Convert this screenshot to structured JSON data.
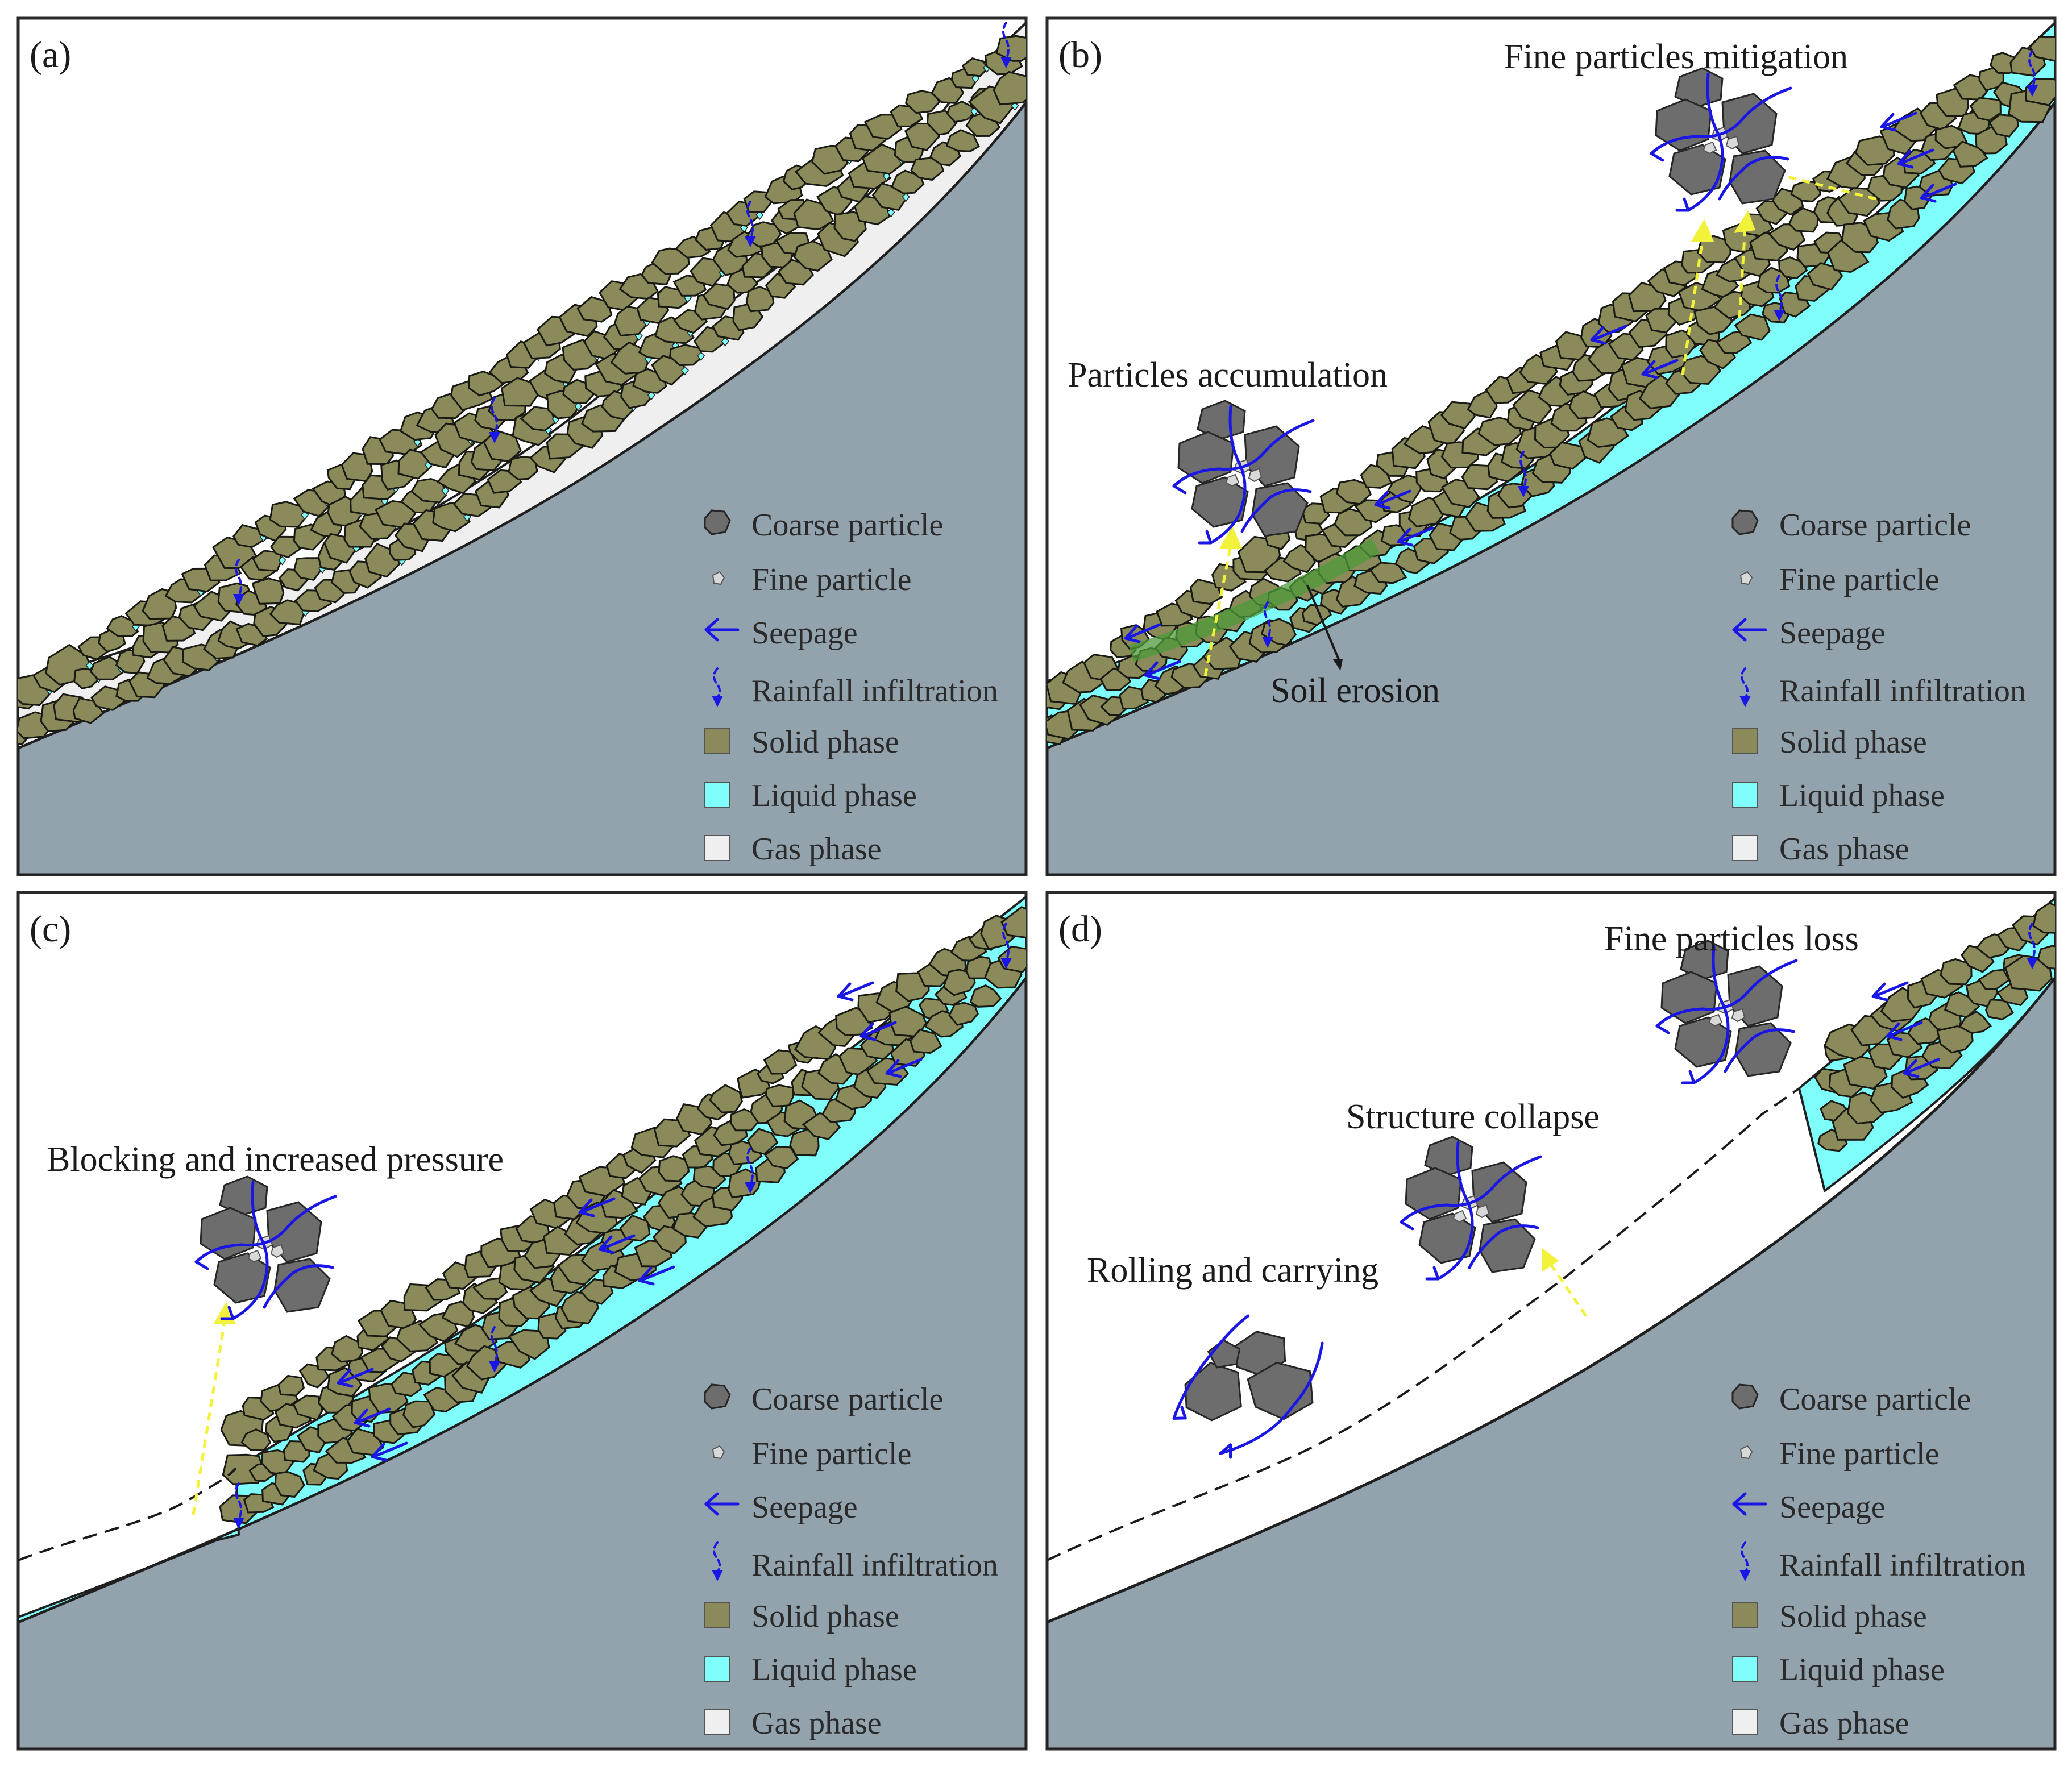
{
  "panels": [
    {
      "tag": "(a)",
      "stage": "gas",
      "title": ""
    },
    {
      "tag": "(b)",
      "stage": "liquid",
      "title": "Fine particles mitigation",
      "annotations": [
        "Particles accumulation",
        "Soil erosion"
      ]
    },
    {
      "tag": "(c)",
      "stage": "partial",
      "title": "",
      "annotations": [
        "Blocking and increased pressure"
      ]
    },
    {
      "tag": "(d)",
      "stage": "failed",
      "title": "Fine particles loss",
      "annotations": [
        "Structure collapse",
        "Rolling and carrying"
      ]
    }
  ],
  "legend": {
    "coarse": "Coarse particle",
    "fine": "Fine particle",
    "seepage": "Seepage",
    "rainfall": "Rainfall infiltration",
    "solid": "Solid phase",
    "liquid": "Liquid phase",
    "gas": "Gas phase"
  },
  "colors": {
    "bedrock": "#93a3ae",
    "solid_phase": "#8a8a5a",
    "liquid_phase": "#7ffdfb",
    "gas_phase": "#efefef",
    "coarse_particle": "#6d6d6d",
    "seepage_arrow": "#1a16e6",
    "migration_arrow": "#f2f23a",
    "erosion_zone": "#4e9a3a"
  },
  "icons": [
    "coarse-particle-icon",
    "fine-particle-icon",
    "seepage-arrow-icon",
    "rainfall-arrow-icon"
  ]
}
